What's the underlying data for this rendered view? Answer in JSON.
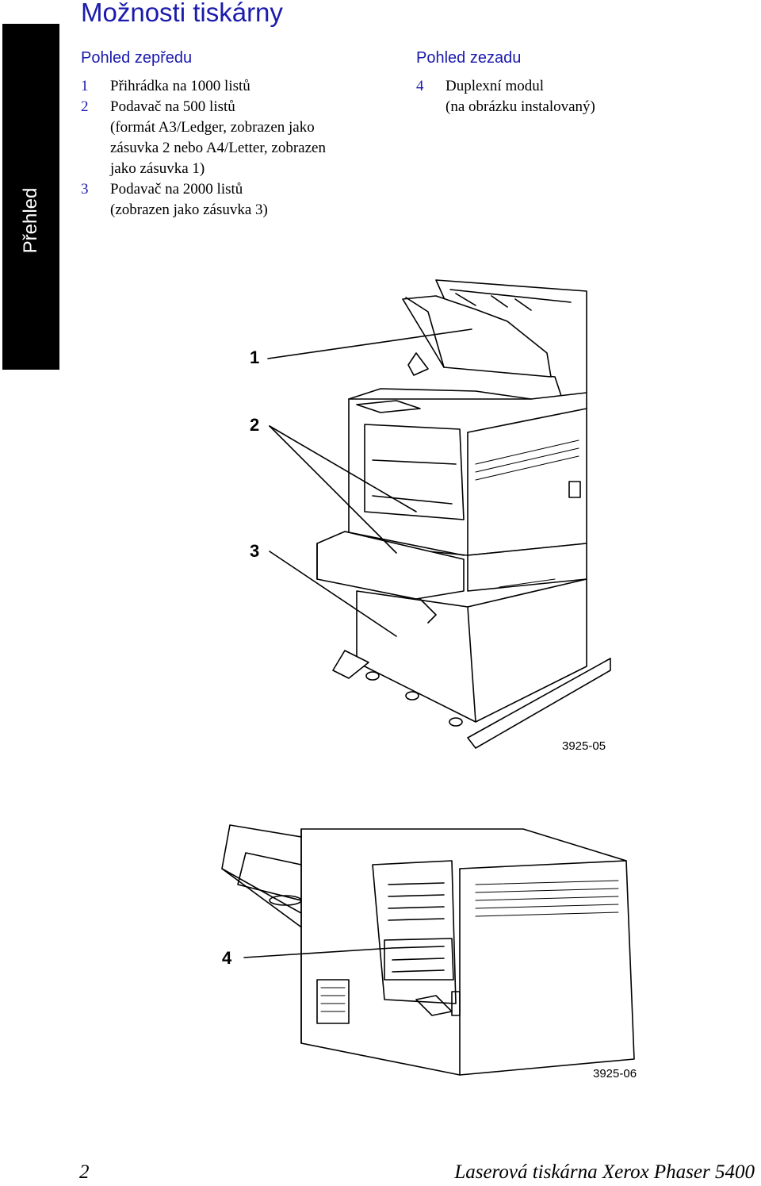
{
  "side_tab": {
    "label": "Přehled"
  },
  "page_title": "Možnosti tiskárny",
  "front_view": {
    "heading": "Pohled zepředu",
    "items": [
      {
        "num": "1",
        "text": "Přihrádka na 1000 listů"
      },
      {
        "num": "2",
        "text": "Podavač na 500 listů\n(formát A3/Ledger, zobrazen jako\nzásuvka 2 nebo A4/Letter, zobrazen\njako zásuvka 1)"
      },
      {
        "num": "3",
        "text": "Podavač na 2000 listů\n(zobrazen jako zásuvka 3)"
      }
    ]
  },
  "rear_view": {
    "heading": "Pohled zezadu",
    "items": [
      {
        "num": "4",
        "text": "Duplexní modul\n(na obrázku instalovaný)"
      }
    ]
  },
  "figure_front": {
    "callouts": [
      "1",
      "2",
      "3"
    ],
    "code": "3925-05"
  },
  "figure_rear": {
    "callouts": [
      "4"
    ],
    "code": "3925-06"
  },
  "footer": {
    "page_number": "2",
    "doc_title": "Laserová tiskárna Xerox Phaser 5400"
  }
}
